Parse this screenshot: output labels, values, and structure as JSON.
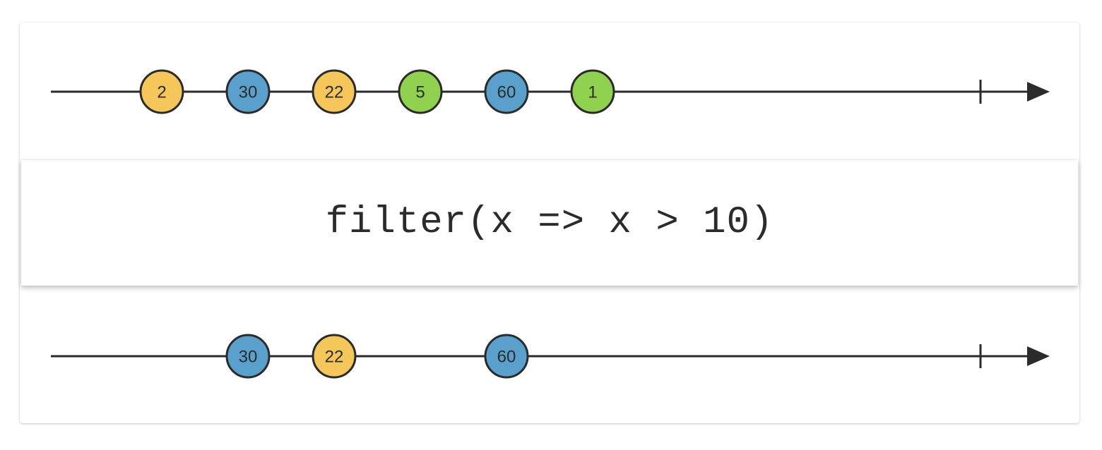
{
  "input_stream": {
    "marbles": [
      {
        "label": "2",
        "color": "#f5c75a"
      },
      {
        "label": "30",
        "color": "#5aa0cc"
      },
      {
        "label": "22",
        "color": "#f5c75a"
      },
      {
        "label": "5",
        "color": "#90d24f"
      },
      {
        "label": "60",
        "color": "#5aa0cc"
      },
      {
        "label": "1",
        "color": "#90d24f"
      }
    ],
    "completed": true
  },
  "operator": {
    "label": "filter(x => x > 10)"
  },
  "output_stream": {
    "marbles": [
      {
        "label": "30",
        "color": "#5aa0cc"
      },
      {
        "label": "22",
        "color": "#f5c75a"
      },
      {
        "label": "60",
        "color": "#5aa0cc"
      }
    ],
    "completed": true
  },
  "colors": {
    "line": "#2b2b2b",
    "yellow_marble": "#f5c75a",
    "blue_marble": "#5aa0cc",
    "green_marble": "#90d24f"
  }
}
